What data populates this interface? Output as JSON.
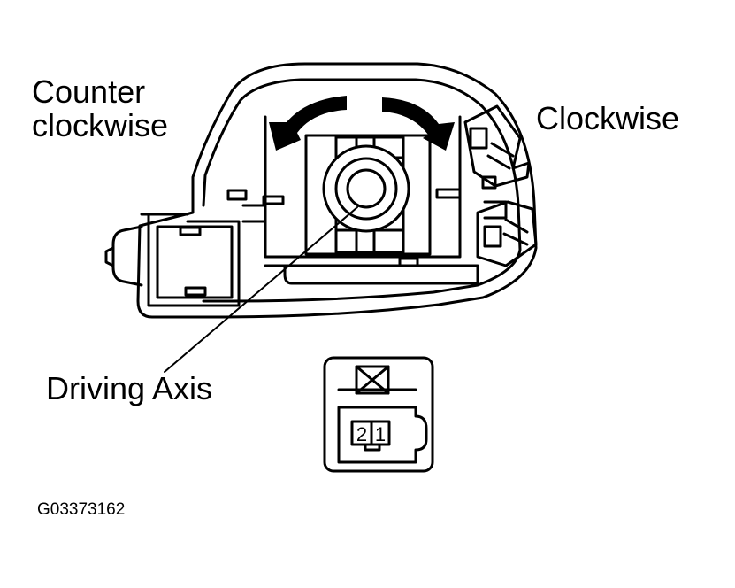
{
  "labels": {
    "counter_clockwise_line1": "Counter",
    "counter_clockwise_line2": "clockwise",
    "clockwise": "Clockwise",
    "driving_axis": "Driving Axis",
    "figure_id": "G03373162"
  },
  "connector": {
    "pin_2": "2",
    "pin_1": "1"
  },
  "colors": {
    "line": "#000000",
    "background": "#ffffff"
  }
}
